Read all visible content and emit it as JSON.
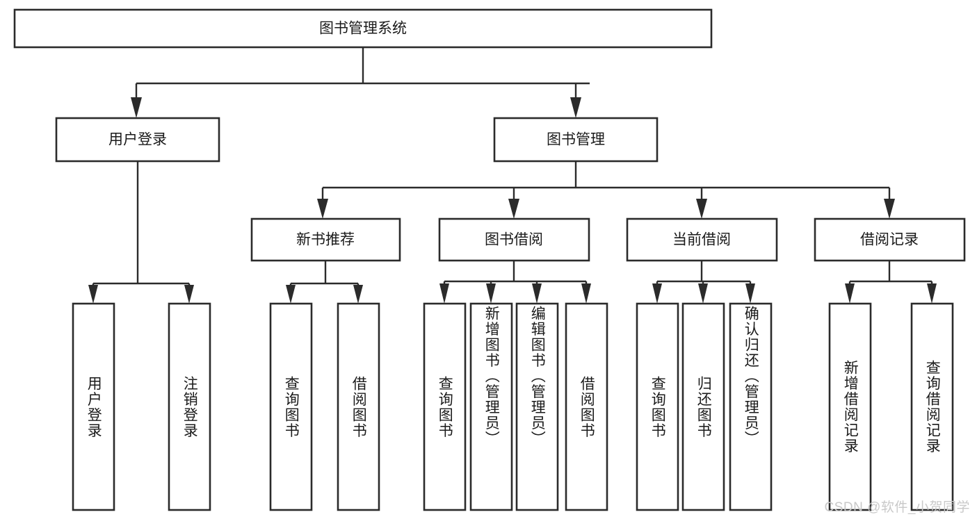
{
  "diagram": {
    "type": "tree-hierarchy",
    "root": {
      "id": "root",
      "label": "图书管理系统"
    },
    "level2": [
      {
        "id": "user-login",
        "label": "用户登录"
      },
      {
        "id": "book-management",
        "label": "图书管理"
      }
    ],
    "level3": [
      {
        "id": "new-book-recommend",
        "label": "新书推荐",
        "parent": "book-management"
      },
      {
        "id": "book-borrow",
        "label": "图书借阅",
        "parent": "book-management"
      },
      {
        "id": "current-borrow",
        "label": "当前借阅",
        "parent": "book-management"
      },
      {
        "id": "borrow-record",
        "label": "借阅记录",
        "parent": "book-management"
      }
    ],
    "leaves": [
      {
        "id": "leaf-user-login",
        "label": "用户登录",
        "parent": "user-login"
      },
      {
        "id": "leaf-logout-login",
        "label": "注销登录",
        "parent": "user-login"
      },
      {
        "id": "leaf-query-book-1",
        "label": "查询图书",
        "parent": "new-book-recommend"
      },
      {
        "id": "leaf-borrow-book-1",
        "label": "借阅图书",
        "parent": "new-book-recommend"
      },
      {
        "id": "leaf-query-book-2",
        "label": "查询图书",
        "parent": "book-borrow"
      },
      {
        "id": "leaf-add-book",
        "label": "新增图书（管理员）",
        "parent": "book-borrow"
      },
      {
        "id": "leaf-edit-book",
        "label": "编辑图书（管理员）",
        "parent": "book-borrow"
      },
      {
        "id": "leaf-borrow-book-2",
        "label": "借阅图书",
        "parent": "book-borrow"
      },
      {
        "id": "leaf-query-book-3",
        "label": "查询图书",
        "parent": "current-borrow"
      },
      {
        "id": "leaf-return-book",
        "label": "归还图书",
        "parent": "current-borrow"
      },
      {
        "id": "leaf-confirm-return",
        "label": "确认归还（管理员）",
        "parent": "current-borrow"
      },
      {
        "id": "leaf-add-record",
        "label": "新增借阅记录",
        "parent": "borrow-record"
      },
      {
        "id": "leaf-query-record",
        "label": "查询借阅记录",
        "parent": "borrow-record"
      }
    ],
    "colors": {
      "box_stroke": "#2b2b2b",
      "box_fill": "#ffffff",
      "text": "#1a1a1a",
      "connector": "#2b2b2b",
      "background": "#ffffff",
      "watermark": "#c9c9c9"
    }
  },
  "watermark": {
    "text": "CSDN @软件_小贺同学"
  }
}
